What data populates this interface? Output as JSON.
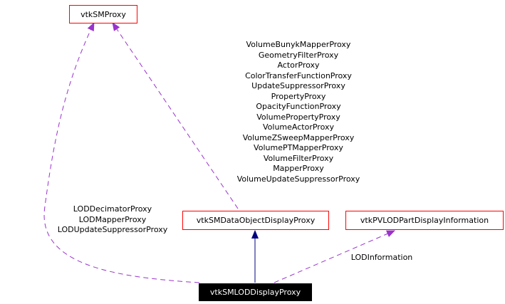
{
  "diagram": {
    "nodes": {
      "sm_proxy": "vtkSMProxy",
      "data_object_display_proxy": "vtkSMDataObjectDisplayProxy",
      "pvlod_part_display_information": "vtkPVLODPartDisplayInformation",
      "lod_display_proxy": "vtkSMLODDisplayProxy"
    },
    "edge_labels": {
      "lod_to_sm_proxy": [
        "LODDecimatorProxy",
        "LODMapperProxy",
        "LODUpdateSuppressorProxy"
      ],
      "data_object_to_sm_proxy": [
        "VolumeBunykMapperProxy",
        "GeometryFilterProxy",
        "ActorProxy",
        "ColorTransferFunctionProxy",
        "UpdateSuppressorProxy",
        "PropertyProxy",
        "OpacityFunctionProxy",
        "VolumePropertyProxy",
        "VolumeActorProxy",
        "VolumeZSweepMapperProxy",
        "VolumePTMapperProxy",
        "VolumeFilterProxy",
        "MapperProxy",
        "VolumeUpdateSuppressorProxy"
      ],
      "lod_to_part_info": [
        "LODInformation"
      ]
    },
    "colors": {
      "box_border": "#ff0000",
      "usage_edge": "#9a32cd",
      "inheritance_edge": "#000080",
      "current_node_fill": "#000000"
    }
  }
}
